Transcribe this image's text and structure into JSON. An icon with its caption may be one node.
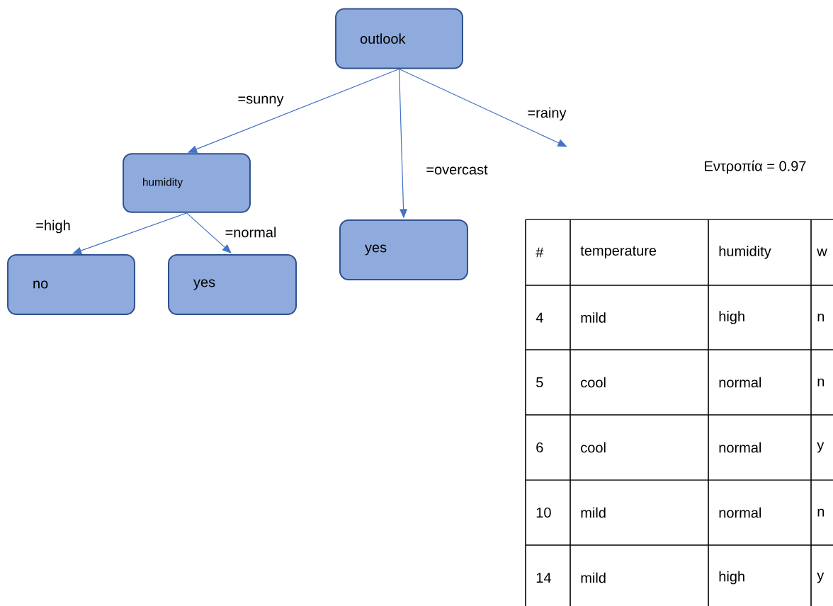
{
  "diagram": {
    "nodes": [
      {
        "text": [
          "outlook"
        ]
      },
      {
        "text": [
          "humidity"
        ]
      },
      {
        "text": [
          "yes"
        ]
      },
      {
        "text": [
          "no"
        ]
      },
      {
        "text": [
          "yes"
        ]
      }
    ],
    "edges": [
      {
        "from": 0,
        "to": 1,
        "arrow": "to",
        "label": "=sunny"
      },
      {
        "from": 0,
        "to": 2,
        "arrow": "to",
        "label": "=overcast"
      },
      {
        "from": 0,
        "to": null,
        "arrow": "to",
        "label": "=rainy"
      },
      {
        "from": 1,
        "to": 3,
        "arrow": "to",
        "label": "=high"
      },
      {
        "from": 1,
        "to": 4,
        "arrow": "to",
        "label": "=normal"
      }
    ],
    "labels": [
      "Εντροπία = 0.97",
      "#",
      "temperature",
      "humidity",
      "w",
      "4",
      "mild",
      "high",
      "n",
      "5",
      "cool",
      "normal",
      "n",
      "6",
      "cool",
      "normal",
      "y",
      "10",
      "mild",
      "normal",
      "n",
      "14",
      "mild",
      "high",
      "y"
    ]
  }
}
